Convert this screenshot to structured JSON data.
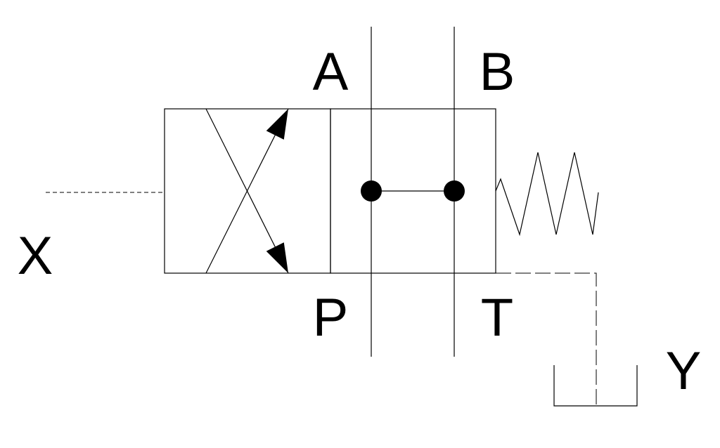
{
  "ports": {
    "a": "A",
    "b": "B",
    "p": "P",
    "t": "T",
    "x": "X",
    "y": "Y"
  },
  "colors": {
    "line": "#000000",
    "background": "#ffffff"
  }
}
